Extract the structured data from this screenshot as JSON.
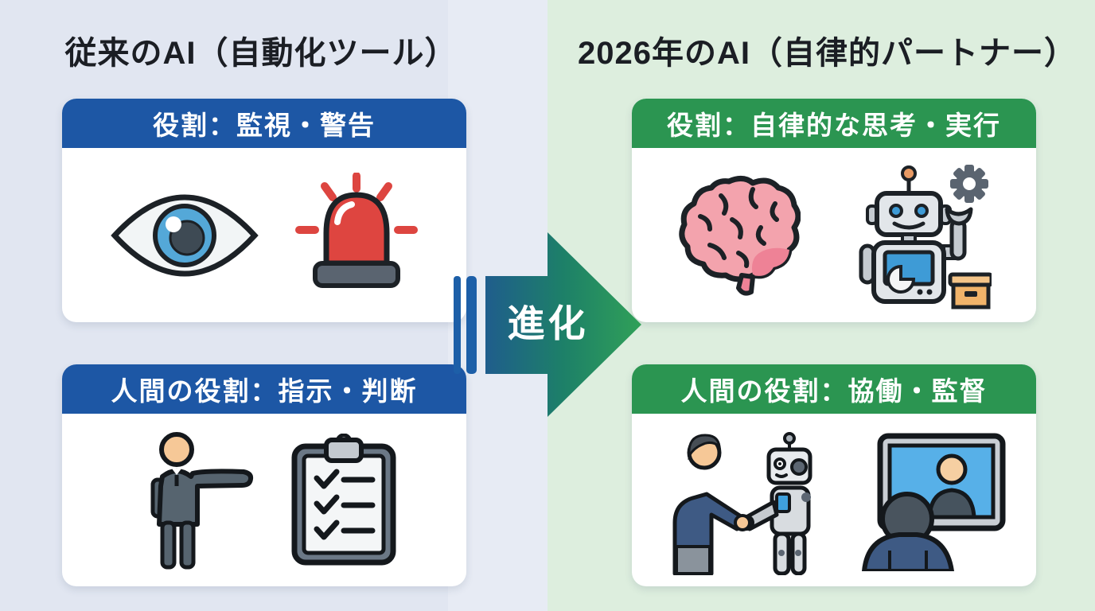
{
  "colors": {
    "left_bg": "#e1e6f1",
    "right_bg": "#ddeede",
    "blue_header": "#1d57a5",
    "green_header": "#2b9551",
    "bar_blue": "#1d5fa8",
    "arrow_gradient_start": "#1f5d8c",
    "arrow_gradient_end": "#30a058",
    "title_text": "#1b1e24",
    "header_text": "#ffffff",
    "card_bg": "#ffffff"
  },
  "left_panel": {
    "title": "従来のAI（自動化ツール）",
    "cards": [
      {
        "header": "役割：監視・警告",
        "icons": [
          "eye-icon",
          "siren-icon"
        ]
      },
      {
        "header": "人間の役割：指示・判断",
        "icons": [
          "pointing-person-icon",
          "checklist-clipboard-icon"
        ]
      }
    ]
  },
  "right_panel": {
    "title": "2026年のAI（自律的パートナー）",
    "cards": [
      {
        "header": "役割：自律的な思考・実行",
        "icons": [
          "brain-icon",
          "robot-gear-icon"
        ]
      },
      {
        "header": "人間の役割：協働・監督",
        "icons": [
          "human-robot-handshake-icon",
          "video-monitor-icon"
        ]
      }
    ]
  },
  "arrow": {
    "label": "進化"
  }
}
